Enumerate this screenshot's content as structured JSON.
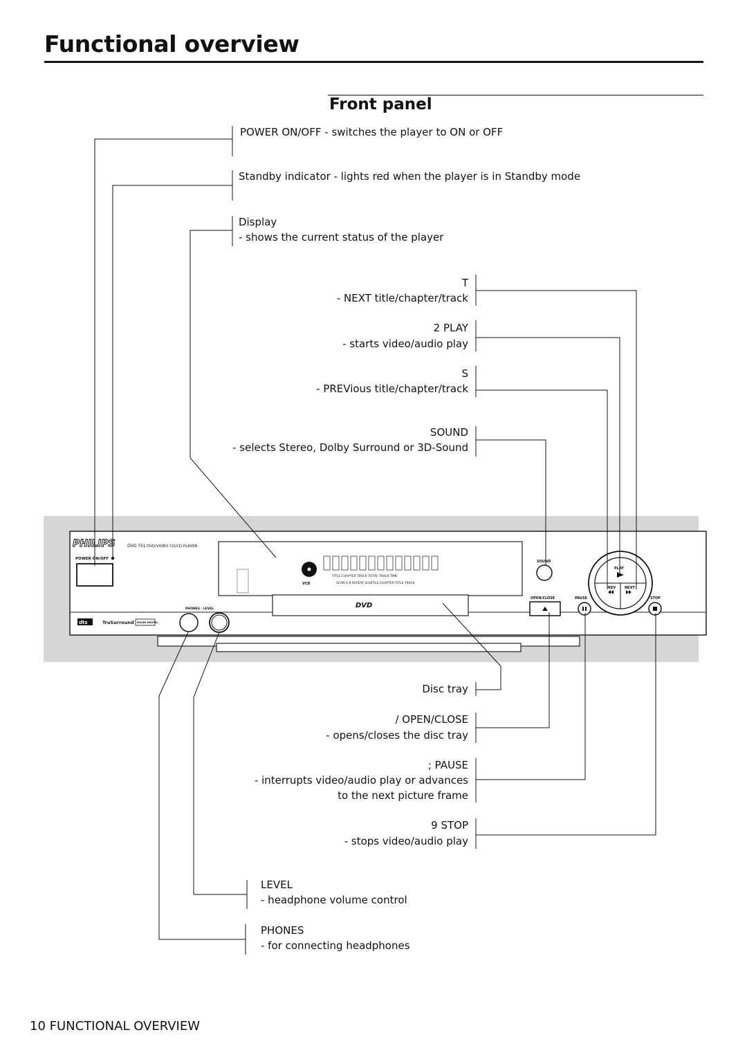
{
  "page": {
    "title": "Functional overview",
    "section_title": "Front panel",
    "footer": "10 FUNCTIONAL OVERVIEW"
  },
  "labels": {
    "power": {
      "text": "POWER ON/OFF - switches the player to ON or OFF"
    },
    "standby": {
      "text": "Standby indicator   - lights red when the player is in Standby mode"
    },
    "display": {
      "name": "Display",
      "desc": "- shows the current status of the player"
    },
    "next": {
      "name": "T",
      "desc": "- NEXT title/chapter/track"
    },
    "play": {
      "name": "2  PLAY",
      "desc": "- starts video/audio play"
    },
    "prev": {
      "name": "S",
      "desc": "- PREVious title/chapter/track"
    },
    "sound": {
      "name": "SOUND",
      "desc": "- selects Stereo, Dolby Surround or 3D-Sound"
    },
    "disc_tray": {
      "name": "Disc tray"
    },
    "open_close": {
      "name": "/   OPEN/CLOSE",
      "desc": "- opens/closes the disc tray"
    },
    "pause": {
      "name": ";   PAUSE",
      "desc1": "- interrupts video/audio play or advances",
      "desc2": "to the next picture frame"
    },
    "stop": {
      "name": "9  STOP",
      "desc": "- stops video/audio play"
    },
    "level": {
      "name": "LEVEL",
      "desc": "- headphone volume control"
    },
    "phones": {
      "name": "PHONES",
      "desc": "- for connecting headphones"
    }
  },
  "device": {
    "brand": "PHILIPS",
    "model": "DVD 751",
    "model_desc": "DVD/VIDEO CD/CD PLAYER",
    "power_label": "POWER ON/OFF",
    "sound_label": "SOUND",
    "play_label": "PLAY",
    "rev_label": "REV",
    "next_label": "NEXT",
    "open_close_label": "OPEN/CLOSE",
    "pause_label": "PAUSE",
    "stop_label": "STOP",
    "phones_level_label": "PHONES · LEVEL",
    "vcd_label": "VCD",
    "disp_row1": "TITLE   CHAPTER   TRACK         TOTAL  TRACK  TIME",
    "disp_row2": "SCAN  A  B  REPEAT  SHUFFLE   CHAPTER  TITLE  TRACK",
    "dvd_logo": "DVD",
    "dts_logo": "dts",
    "trusurround_logo": "TruSurround",
    "dolby_logo": "DOLBY DIGITAL"
  }
}
